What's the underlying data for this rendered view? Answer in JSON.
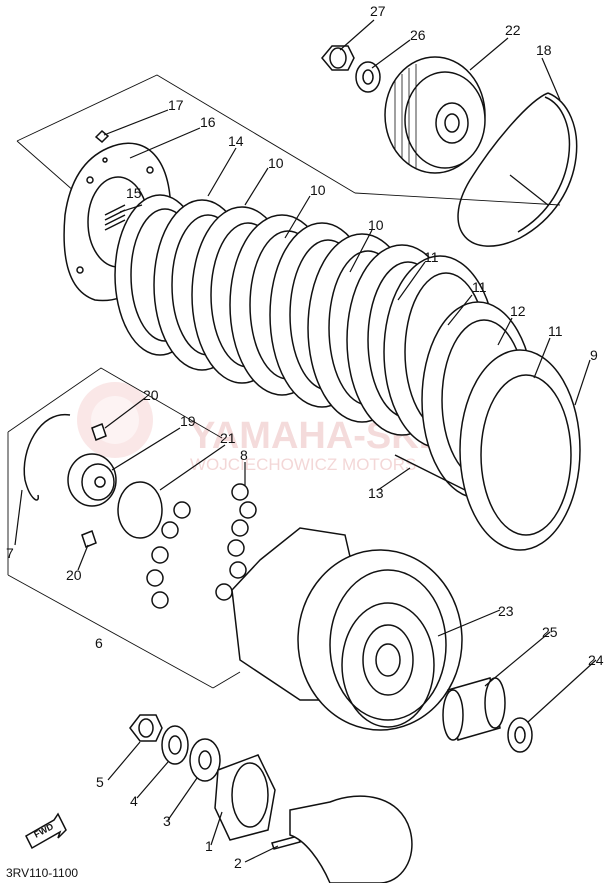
{
  "diagram": {
    "drawing_code": "3RV110-1100",
    "fwd_label": "FWD",
    "watermark": {
      "title": "YAMAHA-SKLEP.PL",
      "subtitle": "WOJCIECHOWICZ MOTORS"
    },
    "callouts": [
      {
        "id": "27",
        "label": "27"
      },
      {
        "id": "26",
        "label": "26"
      },
      {
        "id": "22",
        "label": "22"
      },
      {
        "id": "18",
        "label": "18"
      },
      {
        "id": "17",
        "label": "17"
      },
      {
        "id": "16",
        "label": "16"
      },
      {
        "id": "14",
        "label": "14"
      },
      {
        "id": "15",
        "label": "15"
      },
      {
        "id": "10a",
        "label": "10"
      },
      {
        "id": "10b",
        "label": "10"
      },
      {
        "id": "10c",
        "label": "10"
      },
      {
        "id": "11a",
        "label": "11"
      },
      {
        "id": "11b",
        "label": "11"
      },
      {
        "id": "12",
        "label": "12"
      },
      {
        "id": "11c",
        "label": "11"
      },
      {
        "id": "9",
        "label": "9"
      },
      {
        "id": "20a",
        "label": "20"
      },
      {
        "id": "19",
        "label": "19"
      },
      {
        "id": "21",
        "label": "21"
      },
      {
        "id": "8",
        "label": "8"
      },
      {
        "id": "7",
        "label": "7"
      },
      {
        "id": "20b",
        "label": "20"
      },
      {
        "id": "13",
        "label": "13"
      },
      {
        "id": "6",
        "label": "6"
      },
      {
        "id": "23",
        "label": "23"
      },
      {
        "id": "25",
        "label": "25"
      },
      {
        "id": "24",
        "label": "24"
      },
      {
        "id": "5",
        "label": "5"
      },
      {
        "id": "4",
        "label": "4"
      },
      {
        "id": "3",
        "label": "3"
      },
      {
        "id": "1",
        "label": "1"
      },
      {
        "id": "2",
        "label": "2"
      }
    ]
  }
}
